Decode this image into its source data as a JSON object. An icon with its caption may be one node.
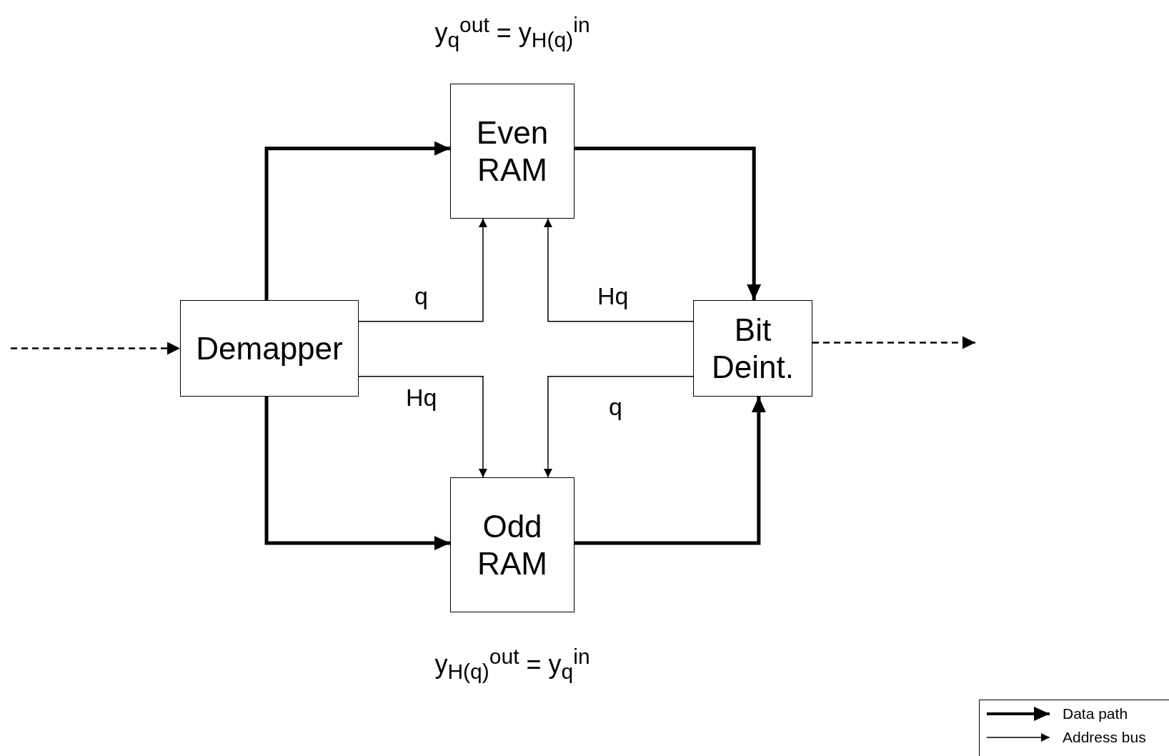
{
  "diagram": {
    "nodes": [
      {
        "text": [
          "Even RAM"
        ],
        "beside": [
          "y$_{q}$$^{out}$ = y$_{H(q)}$$^{in}$"
        ]
      },
      {
        "text": [
          "Demapper"
        ]
      },
      {
        "text": [
          "Bit Deint."
        ]
      },
      {
        "text": [
          "Odd RAM"
        ],
        "beside": [
          "y$_{H(q)}$$^{out}$ = y$_{q}$$^{in}$"
        ]
      }
    ],
    "edges": [
      {
        "from": null,
        "to": 1,
        "arrow": "to",
        "style": "dashed"
      },
      {
        "from": 1,
        "to": 0,
        "arrow": "to",
        "style": "thick"
      },
      {
        "from": 0,
        "to": 2,
        "arrow": "to",
        "style": "thick"
      },
      {
        "from": 1,
        "to": 3,
        "arrow": "to",
        "style": "thick"
      },
      {
        "from": 3,
        "to": 2,
        "arrow": "to",
        "style": "thick"
      },
      {
        "from": 1,
        "to": 0,
        "arrow": "to",
        "label": "q"
      },
      {
        "from": 2,
        "to": 0,
        "arrow": "to",
        "label": "Hq"
      },
      {
        "from": 1,
        "to": 3,
        "arrow": "to",
        "label": "Hq"
      },
      {
        "from": 2,
        "to": 3,
        "arrow": "to",
        "label": "q"
      },
      {
        "from": 2,
        "to": null,
        "arrow": "to",
        "style": "dashed"
      }
    ],
    "legend": [
      {
        "text": "Data path"
      },
      {
        "text": "Address bus"
      }
    ]
  }
}
